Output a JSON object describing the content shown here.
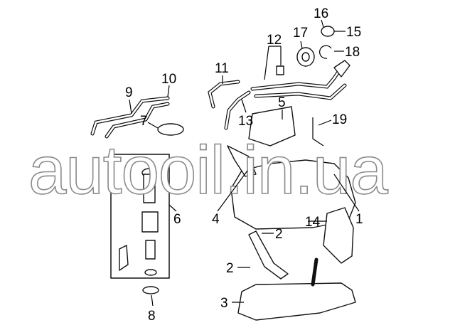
{
  "diagram": {
    "watermark": "autooil.in.ua",
    "callouts": [
      "1",
      "2",
      "2",
      "3",
      "4",
      "5",
      "6",
      "7",
      "8",
      "9",
      "10",
      "11",
      "12",
      "13",
      "14",
      "15",
      "16",
      "17",
      "18",
      "19"
    ]
  }
}
